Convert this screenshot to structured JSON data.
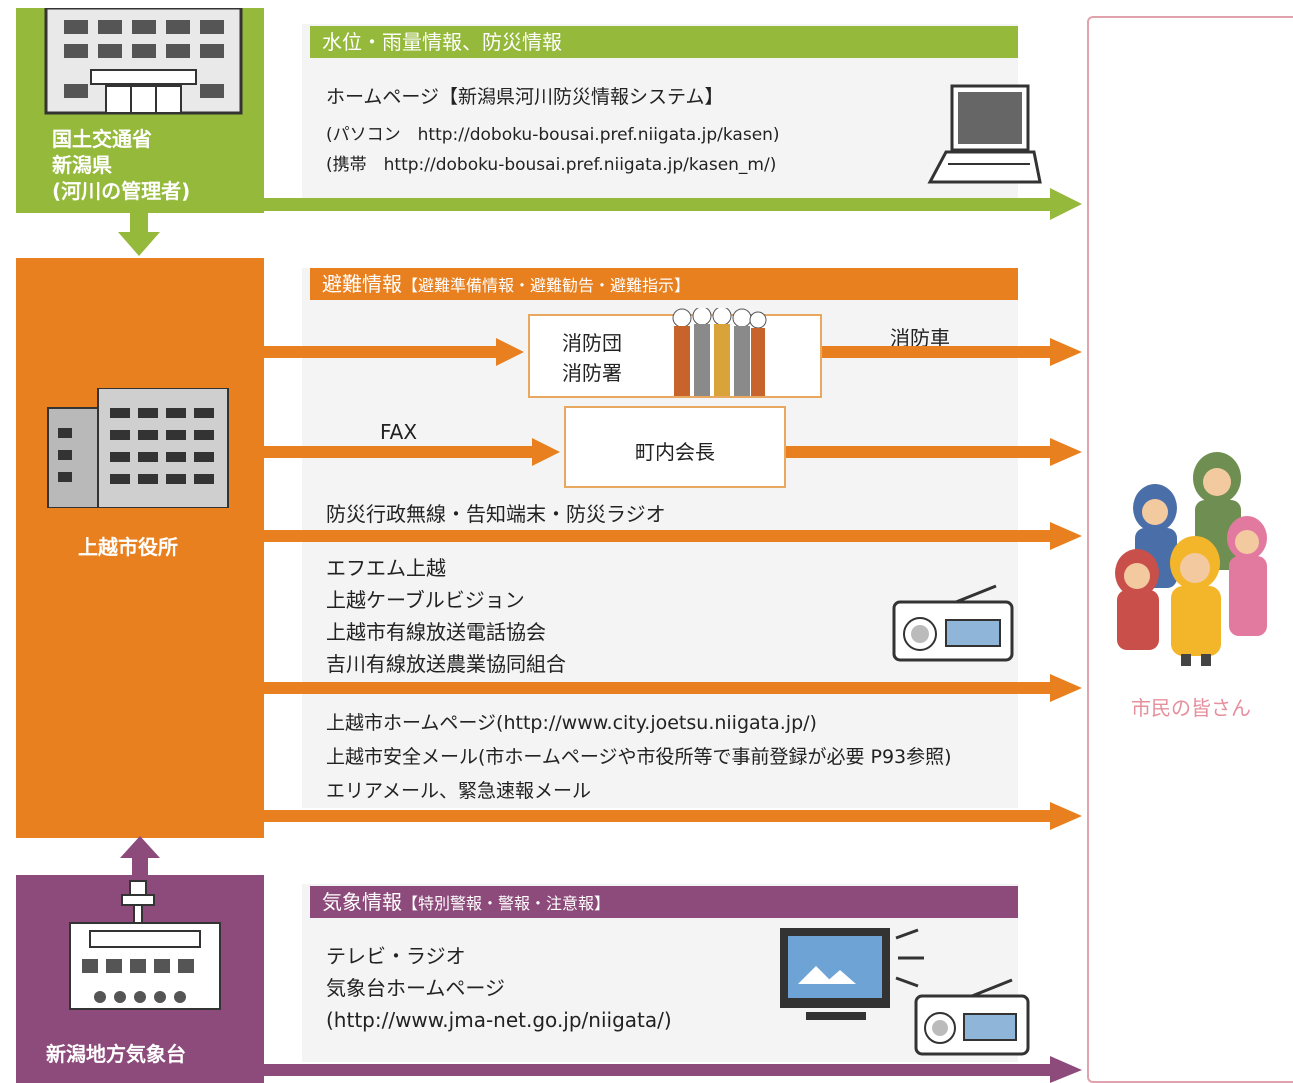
{
  "sources": {
    "national": "国土交通省\n新潟県\n(河川の管理者)",
    "city": "上越市役所",
    "meteo": "新潟地方気象台"
  },
  "water": {
    "header": "水位・雨量情報、防災情報",
    "homepage_title": "ホームページ【新潟県河川防災情報システム】",
    "pc_line": "(パソコン　http://doboku-bousai.pref.niigata.jp/kasen)",
    "mobile_line": "(携帯　http://doboku-bousai.pref.niigata.jp/kasen_m/)"
  },
  "evacuation": {
    "header_main": "避難情報",
    "header_sub": "【避難準備情報・避難勧告・避難指示】",
    "fire_node": "消防団\n消防署",
    "fire_truck": "消防車",
    "fax": "FAX",
    "chonai_node": "町内会長",
    "radio_line": "防災行政無線・告知端末・防災ラジオ",
    "broadcasters": "エフエム上越\n上越ケーブルビジョン\n上越市有線放送電話協会\n吉川有線放送農業協同組合",
    "web_lines": "上越市ホームページ(http://www.city.joetsu.niigata.jp/)\n上越市安全メール(市ホームページや市役所等で事前登録が必要 P93参照)\nエリアメール、緊急速報メール"
  },
  "weather": {
    "header_main": "気象情報",
    "header_sub": "【特別警報・警報・注意報】",
    "lines": "テレビ・ラジオ\n気象台ホームページ\n(http://www.jma-net.go.jp/niigata/)"
  },
  "citizens_label": "市民の皆さん",
  "icons": {
    "government_building": "government-building-icon",
    "city_hall": "city-hall-icon",
    "observatory": "weather-observatory-icon",
    "laptop": "laptop-icon",
    "firefighters": "firefighters-icon",
    "radio": "radio-icon",
    "tv": "tv-icon",
    "citizens": "citizens-group-icon"
  },
  "colors": {
    "green": "#95b93b",
    "orange": "#e8801f",
    "purple": "#8d4b7b",
    "citizen_pink": "#e68f9d"
  }
}
